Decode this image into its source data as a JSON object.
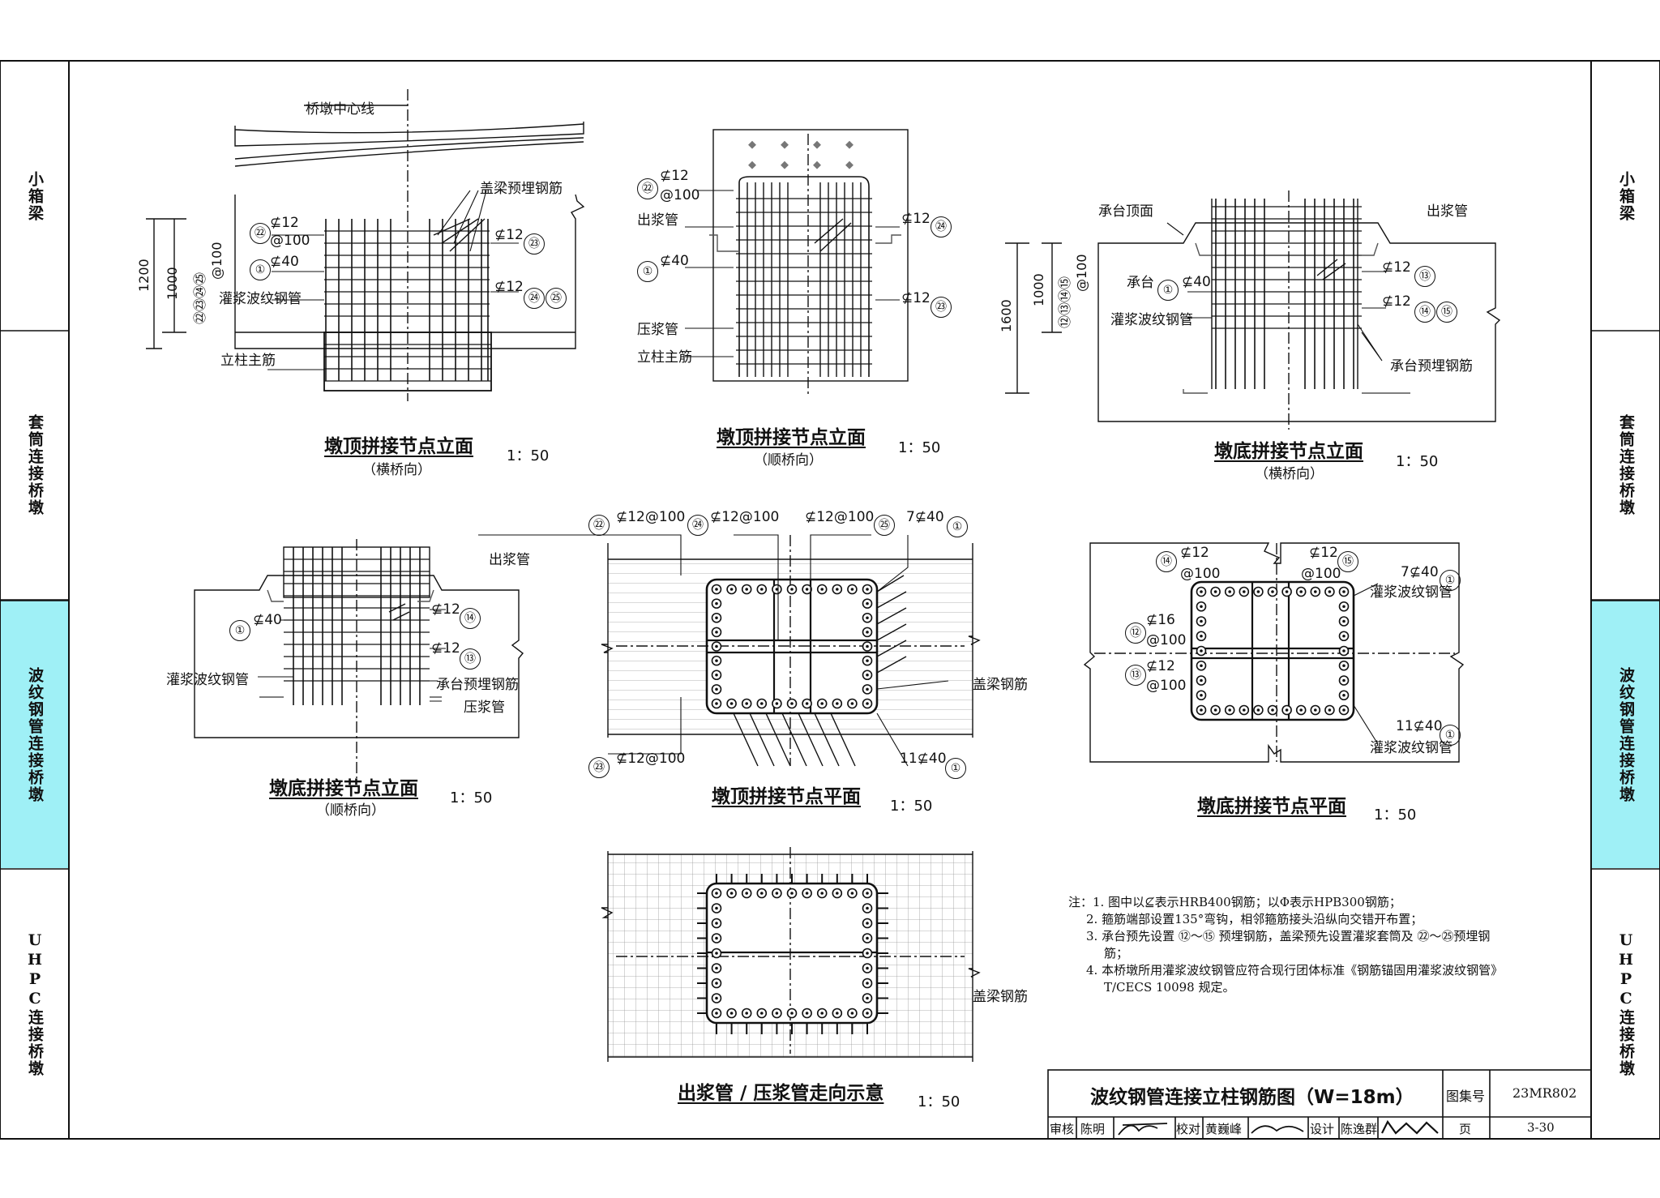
{
  "side_tabs": [
    {
      "label": "小箱梁",
      "highlight": false
    },
    {
      "label": "套筒连接桥墩",
      "highlight": false
    },
    {
      "label": "波纹钢管连接桥墩",
      "highlight": true
    },
    {
      "label": "UHPC连接桥墩",
      "highlight": false
    }
  ],
  "highlight_color": "#9ff0f6",
  "views": {
    "v1": {
      "title": "墩顶拼接节点立面",
      "sub": "（横桥向）",
      "scale": "1：50"
    },
    "v2": {
      "title": "墩顶拼接节点立面",
      "sub": "（顺桥向）",
      "scale": "1：50"
    },
    "v3": {
      "title": "墩底拼接节点立面",
      "sub": "（横桥向）",
      "scale": "1：50"
    },
    "v4": {
      "title": "墩底拼接节点立面",
      "sub": "（顺桥向）",
      "scale": "1：50"
    },
    "v5": {
      "title": "墩顶拼接节点平面",
      "scale": "1：50"
    },
    "v6": {
      "title": "墩底拼接节点平面",
      "scale": "1：50"
    },
    "v7": {
      "title": "出浆管 / 压浆管走向示意",
      "scale": "1：50"
    }
  },
  "labels": {
    "pier_center": "桥墩中心线",
    "cap_embed": "盖梁预埋钢筋",
    "phi12": "⊈12",
    "at100": "@100",
    "phi40": "⊈40",
    "grout_pipe": "灌浆波纹钢管",
    "column_bar": "立柱主筋",
    "out_pipe": "出浆管",
    "press_pipe": "压浆管",
    "cap_top": "承台顶面",
    "cap": "承台",
    "cap_embed2": "承台预埋钢筋",
    "cap_bar": "盖梁钢筋",
    "phi12_100": "⊈12@100",
    "seven_phi40": "7⊈40",
    "eleven_phi40": "11⊈40",
    "phi16": "⊈16",
    "dim_1200": "1200",
    "dim_1000": "1000",
    "dim_1600": "1600",
    "circled_nums": [
      "①",
      "⑫",
      "⑬",
      "⑭",
      "⑮",
      "㉒",
      "㉓",
      "㉔",
      "㉕"
    ],
    "stack_2225": "㉒㉓㉔㉕",
    "stack_1215": "⑫⑬⑭⑮"
  },
  "notes": {
    "head": "注：",
    "items": [
      "1. 图中以⊈表示HRB400钢筋；以Φ表示HPB300钢筋；",
      "2. 箍筋端部设置135°弯钩，相邻箍筋接头沿纵向交错开布置；",
      "3. 承台预先设置 ⑫～⑮ 预埋钢筋，盖梁预先设置灌浆套筒及 ㉒～㉕预埋钢筋；",
      "4. 本桥墩所用灌浆波纹钢管应符合现行团体标准《钢筋锚固用灌浆波纹钢管》T/CECS 10098 规定。"
    ]
  },
  "title_block": {
    "drawing_title": "波纹钢管连接立柱钢筋图（W=18m）",
    "atlas_label": "图集号",
    "atlas_no": "23MR802",
    "review_label": "审核",
    "reviewer": "陈明",
    "check_label": "校对",
    "checker": "黄巍峰",
    "design_label": "设计",
    "designer": "陈逸群",
    "page_label": "页",
    "page_no": "3-30"
  }
}
